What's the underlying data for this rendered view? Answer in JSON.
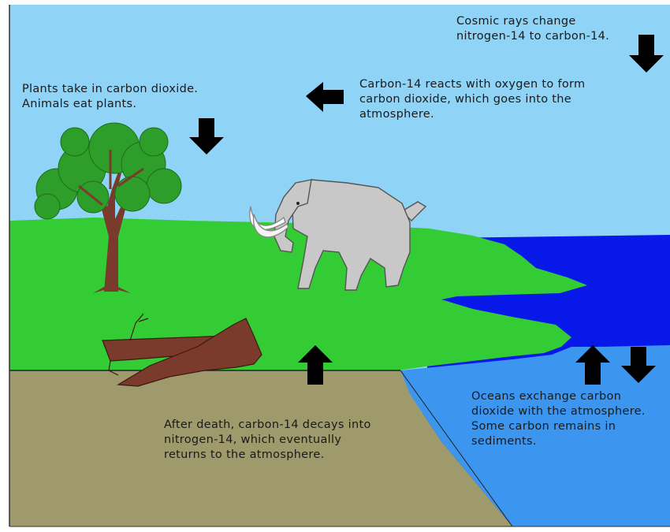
{
  "captions": {
    "cosmic_rays": [
      "Cosmic rays change",
      "nitrogen-14 to carbon-14."
    ],
    "plants": [
      "Plants take in carbon dioxide.",
      "Animals eat plants."
    ],
    "carbon_reacts": [
      "Carbon-14 reacts with oxygen to form",
      "carbon dioxide, which goes into the",
      "atmosphere."
    ],
    "after_death": [
      "After death, carbon-14 decays into",
      "nitrogen-14, which eventually",
      "returns to the atmosphere."
    ],
    "oceans": [
      "Oceans exchange carbon",
      "dioxide with the atmosphere.",
      "Some carbon remains in",
      "sediments."
    ]
  },
  "colors": {
    "sky": "#8fd3f6",
    "land": "#34cc34",
    "soil": "#9e9a6c",
    "deep_water": "#0718e8",
    "shallow_water": "#3c96f0",
    "tree_leaves": "#2e9e2a",
    "trunk": "#7a3a2c",
    "mammoth": "#c8c8c8",
    "arrow": "#000000"
  },
  "icons": {
    "arrows": [
      "arrow-down-icon",
      "arrow-left-icon",
      "arrow-down-icon",
      "arrow-up-icon",
      "arrow-up-icon",
      "arrow-down-icon"
    ]
  }
}
